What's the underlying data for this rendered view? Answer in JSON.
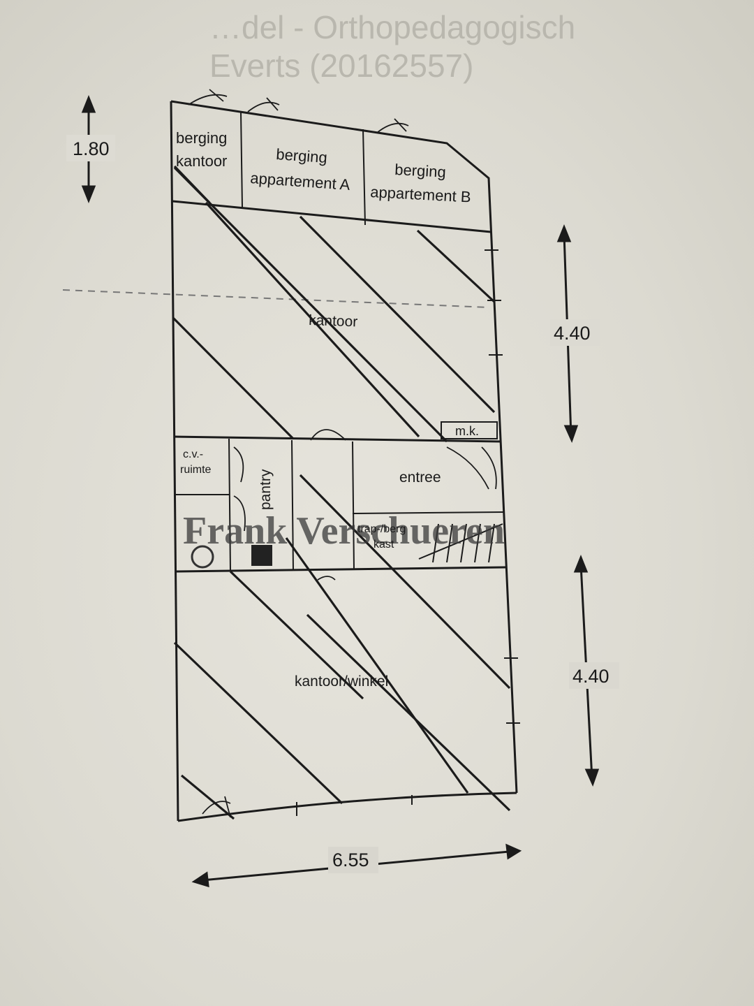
{
  "header_ghost": {
    "line1": "…del - Orthopedagogisch",
    "line2": "Everts (20162557)"
  },
  "dimensions": {
    "top_height": "1.80",
    "upper_height": "4.40",
    "lower_height": "4.40",
    "width": "6.55"
  },
  "rooms": {
    "berging_kantoor": [
      "berging",
      "kantoor"
    ],
    "berging_app_a": [
      "berging",
      "appartement A"
    ],
    "berging_app_b": [
      "berging",
      "appartement B"
    ],
    "kantoor": "kantoor",
    "mk": "m.k.",
    "cv_ruimte": [
      "c.v.-",
      "ruimte"
    ],
    "pantry": "pantry",
    "entree": "entree",
    "trapkast": [
      "trap-/berg",
      "kast"
    ],
    "kantoor_winkel": "kantoor/winkel"
  },
  "logo_text": "Frank Verschueren",
  "colors": {
    "ink": "#1b1b1b",
    "paper": "#e2e0d8"
  }
}
